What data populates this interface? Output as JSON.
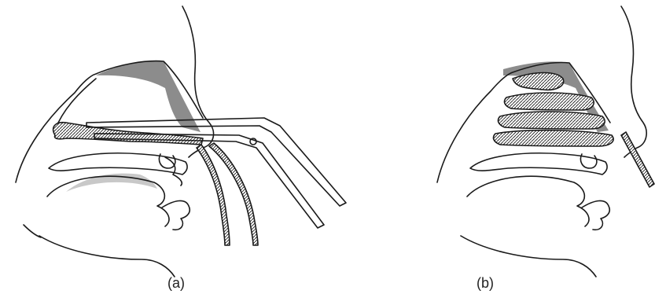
{
  "figure": {
    "panels": [
      {
        "id": "a",
        "label": "(a)",
        "illustration": "nasal-packing-insertion-with-forceps"
      },
      {
        "id": "b",
        "label": "(b)",
        "illustration": "nasal-cavity-layered-gauze-packing"
      }
    ],
    "colors": {
      "line": "#1a1a1a",
      "shade_dark": "#8c8c8c",
      "shade_light": "#c8c8c8",
      "background": "#ffffff"
    }
  }
}
